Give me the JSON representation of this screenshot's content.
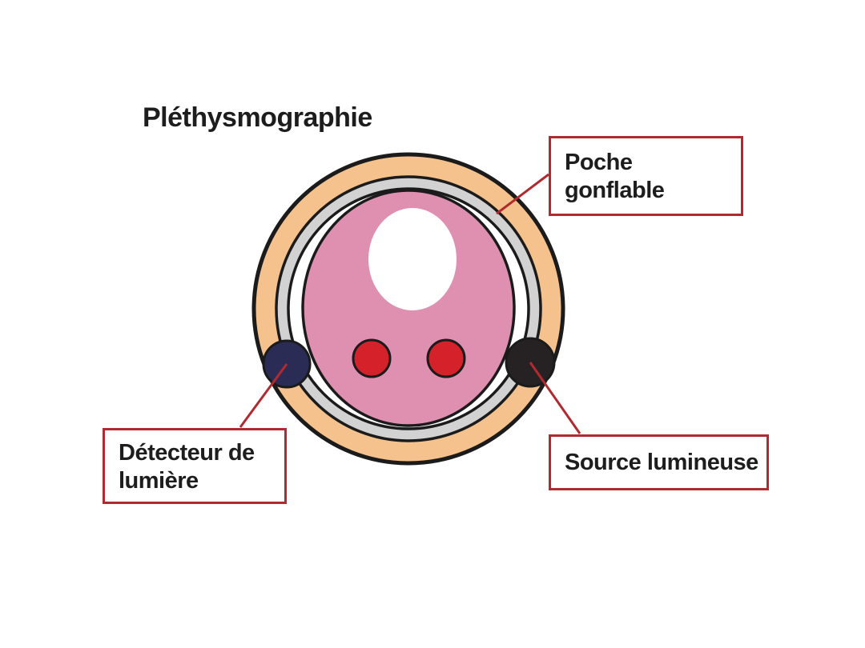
{
  "title": "Pléthysmographie",
  "colors": {
    "cuff_orange": "#F5C28D",
    "ring_gray": "#D2D2D2",
    "inner_white": "#FFFFFF",
    "tissue_pink": "#DF90B1",
    "bone_white": "#FFFFFF",
    "artery_red": "#D4212A",
    "detector_navy": "#2B2C55",
    "source_black": "#262223",
    "outline_black": "#1B1B1B",
    "annotation_red": "#B12A30"
  },
  "annotations": [
    {
      "id": "inflatable-cuff",
      "lines": [
        "Poche",
        "gonflable"
      ]
    },
    {
      "id": "light-detector",
      "lines": [
        "Détecteur de",
        "lumière"
      ]
    },
    {
      "id": "light-source",
      "lines": [
        "Source lumineuse"
      ]
    }
  ]
}
